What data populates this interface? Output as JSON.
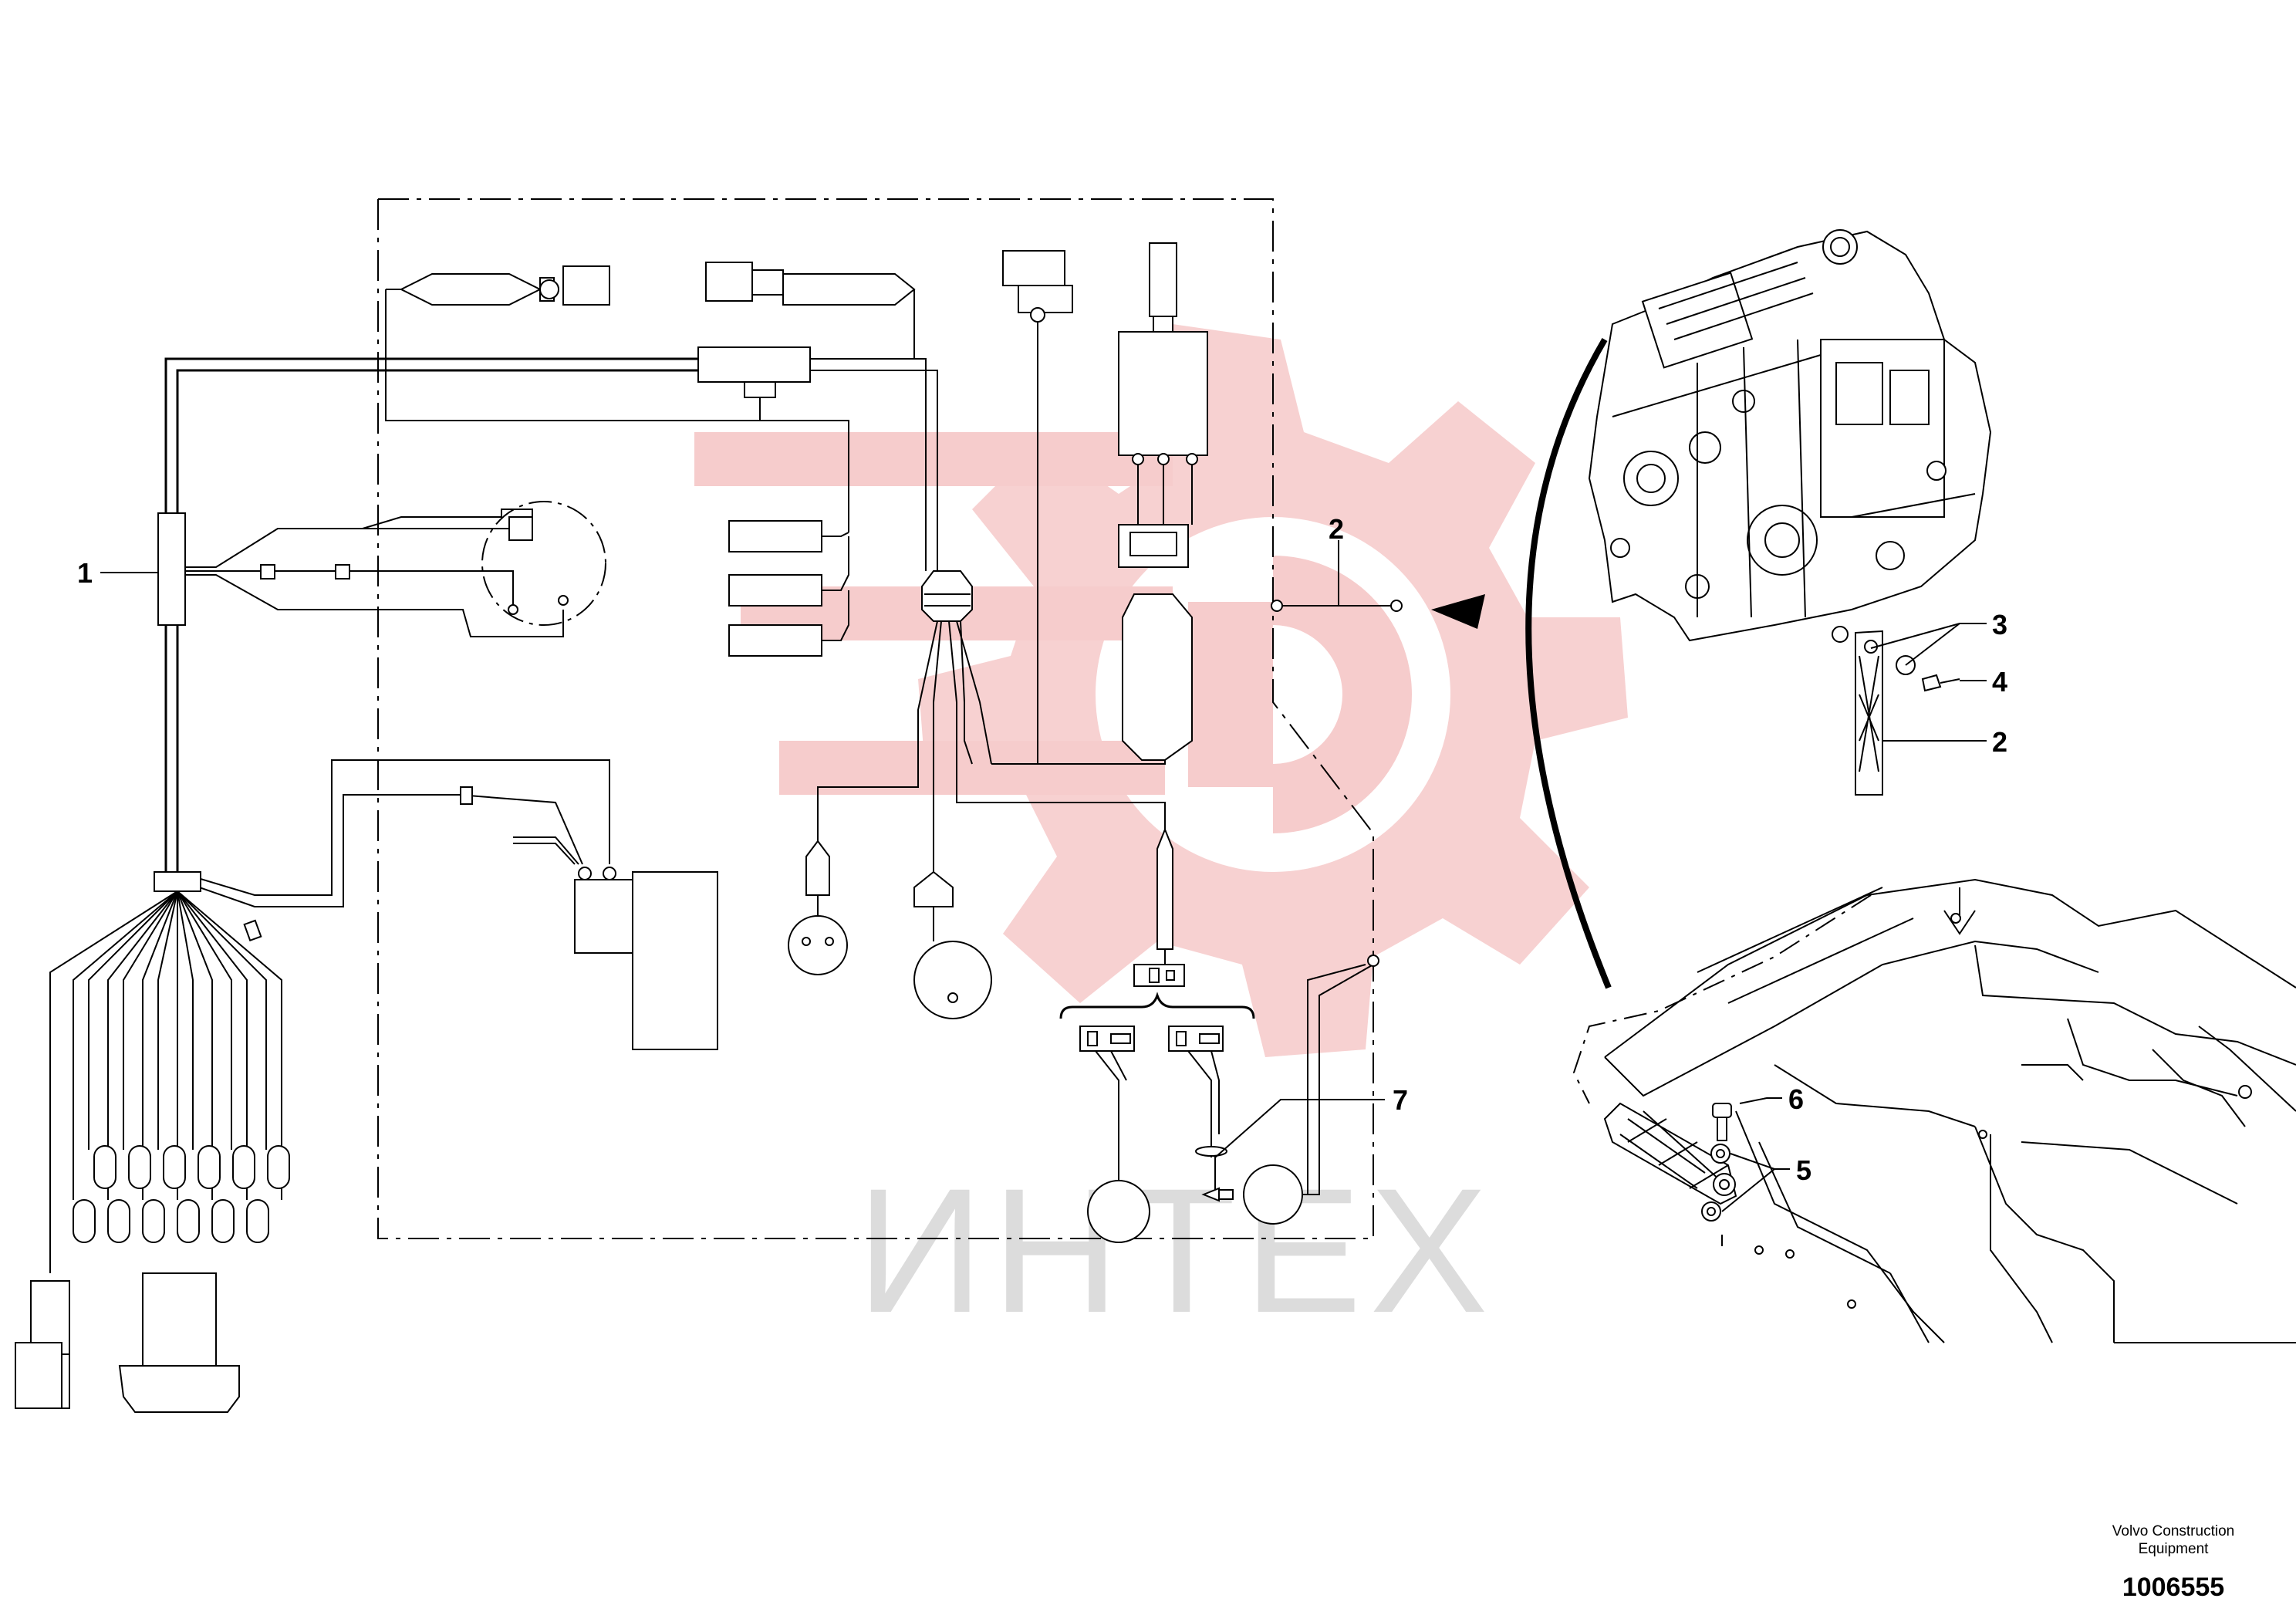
{
  "callouts": [
    {
      "id": "callout-1",
      "label": "1"
    },
    {
      "id": "callout-2a",
      "label": "2"
    },
    {
      "id": "callout-3",
      "label": "3"
    },
    {
      "id": "callout-4",
      "label": "4"
    },
    {
      "id": "callout-2b",
      "label": "2"
    },
    {
      "id": "callout-6",
      "label": "6"
    },
    {
      "id": "callout-5",
      "label": "5"
    },
    {
      "id": "callout-7",
      "label": "7"
    }
  ],
  "watermark": {
    "text": "ИНТЕХ",
    "color": "#f4c4c4"
  },
  "caption": {
    "company_line1": "Volvo Construction",
    "company_line2": "Equipment",
    "drawing_number": "1006555"
  }
}
